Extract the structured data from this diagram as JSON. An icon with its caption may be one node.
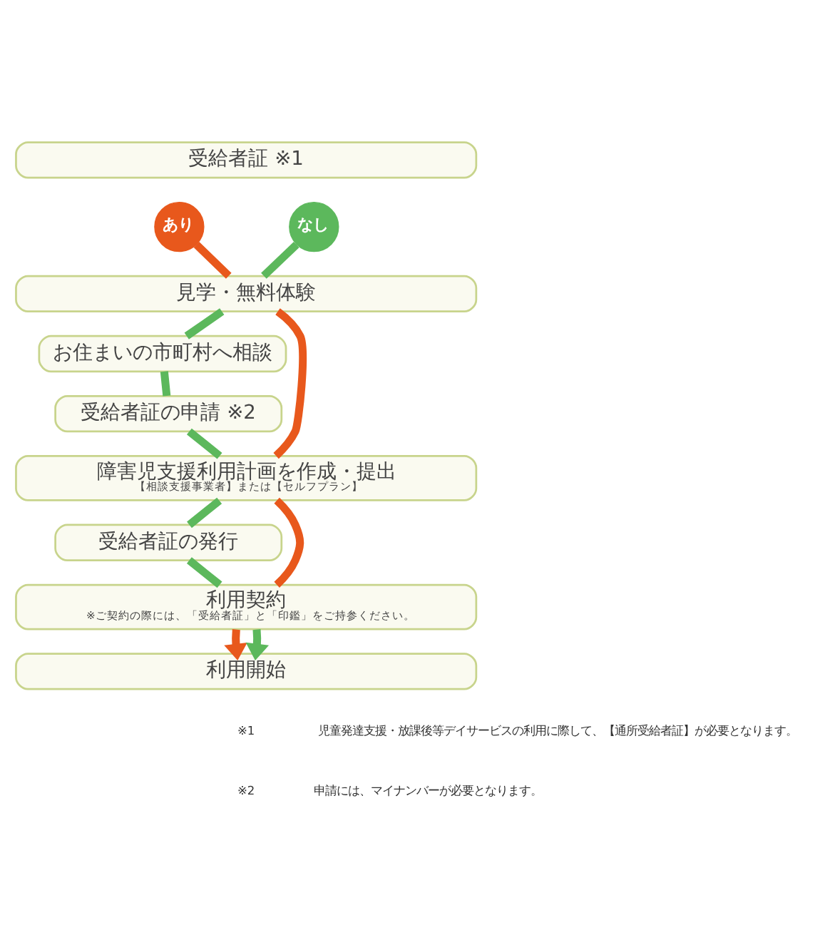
{
  "diagram": {
    "nodes": [
      {
        "text": [
          "受給者証 ※1"
        ]
      },
      {
        "text": [
          "あり"
        ]
      },
      {
        "text": [
          "なし"
        ]
      },
      {
        "text": [
          "見学・無料体験"
        ]
      },
      {
        "text": [
          "お住まいの市町村へ相談"
        ]
      },
      {
        "text": [
          "受給者証の申請 ※2"
        ]
      },
      {
        "text": [
          "障害児支援利用計画を作成・提出",
          "【相談支援事業者】または【セルフプラン】"
        ]
      },
      {
        "text": [
          "受給者証の発行"
        ]
      },
      {
        "text": [
          "利用契約",
          "※ご契約の際には、「受給者証」と「印鑑」をご持参ください。"
        ]
      },
      {
        "text": [
          "利用開始"
        ]
      }
    ],
    "edges": [
      {
        "from": 1,
        "to": 3,
        "arrow": "none",
        "color": "#e8581c"
      },
      {
        "from": 3,
        "to": 6,
        "arrow": "none",
        "color": "#e8581c"
      },
      {
        "from": 6,
        "to": 8,
        "arrow": "none",
        "color": "#e8581c"
      },
      {
        "from": 8,
        "to": 9,
        "arrow": "to",
        "color": "#e8581c"
      },
      {
        "from": 2,
        "to": 3,
        "arrow": "none",
        "color": "#5cb85c"
      },
      {
        "from": 3,
        "to": 4,
        "arrow": "none",
        "color": "#5cb85c"
      },
      {
        "from": 4,
        "to": 5,
        "arrow": "none",
        "color": "#5cb85c"
      },
      {
        "from": 5,
        "to": 6,
        "arrow": "none",
        "color": "#5cb85c"
      },
      {
        "from": 6,
        "to": 7,
        "arrow": "none",
        "color": "#5cb85c"
      },
      {
        "from": 7,
        "to": 8,
        "arrow": "none",
        "color": "#5cb85c"
      },
      {
        "from": 8,
        "to": 9,
        "arrow": "to",
        "color": "#5cb85c"
      }
    ],
    "labels": [
      "※1",
      "児童発達支援・放課後等デイサービスの利用に際して、【通所受給者証】が必要となります。",
      "※2",
      "申請には、マイナンバーが必要となります。"
    ]
  }
}
